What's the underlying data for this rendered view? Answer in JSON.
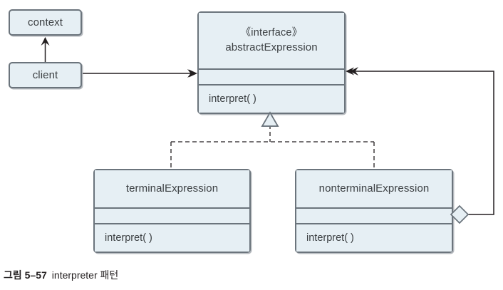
{
  "figure": {
    "number": "그림 5–57",
    "title": "interpreter 패턴"
  },
  "diagram": {
    "type": "uml-class-diagram",
    "pattern_name": "interpreter",
    "colors": {
      "box_fill": "#e6eff4",
      "box_border": "#6b747c",
      "connector": "#231f20",
      "text": "#3c4043",
      "background": "#ffffff"
    },
    "nodes": {
      "context": {
        "label": "context",
        "kind": "simple-box"
      },
      "client": {
        "label": "client",
        "kind": "simple-box"
      },
      "abstract_expression": {
        "stereotype": "《interface》",
        "name": "abstractExpression",
        "attributes": "",
        "operations": "interpret( )",
        "kind": "interface-class-box"
      },
      "terminal_expression": {
        "name": "terminalExpression",
        "attributes": "",
        "operations": "interpret( )",
        "kind": "class-box"
      },
      "nonterminal_expression": {
        "name": "nonterminalExpression",
        "attributes": "",
        "operations": "interpret( )",
        "kind": "class-box"
      }
    },
    "connectors": [
      {
        "id": "client-to-context",
        "from": "client",
        "to": "context",
        "style": "solid",
        "ending": "open-arrow",
        "label": ""
      },
      {
        "id": "client-to-abstract-expression",
        "from": "client",
        "to": "abstract_expression",
        "style": "solid",
        "ending": "open-arrow",
        "label": ""
      },
      {
        "id": "terminal-realizes-abstract-expression",
        "from": "terminal_expression",
        "to": "abstract_expression",
        "style": "dashed",
        "ending": "hollow-triangle",
        "label": ""
      },
      {
        "id": "nonterminal-realizes-abstract-expression",
        "from": "nonterminal_expression",
        "to": "abstract_expression",
        "style": "dashed",
        "ending": "hollow-triangle",
        "label": ""
      },
      {
        "id": "nonterminal-aggregates-abstract-expression",
        "from": "nonterminal_expression",
        "to": "abstract_expression",
        "style": "solid",
        "ending": "open-arrow",
        "source_ending": "hollow-diamond",
        "label": ""
      }
    ]
  }
}
